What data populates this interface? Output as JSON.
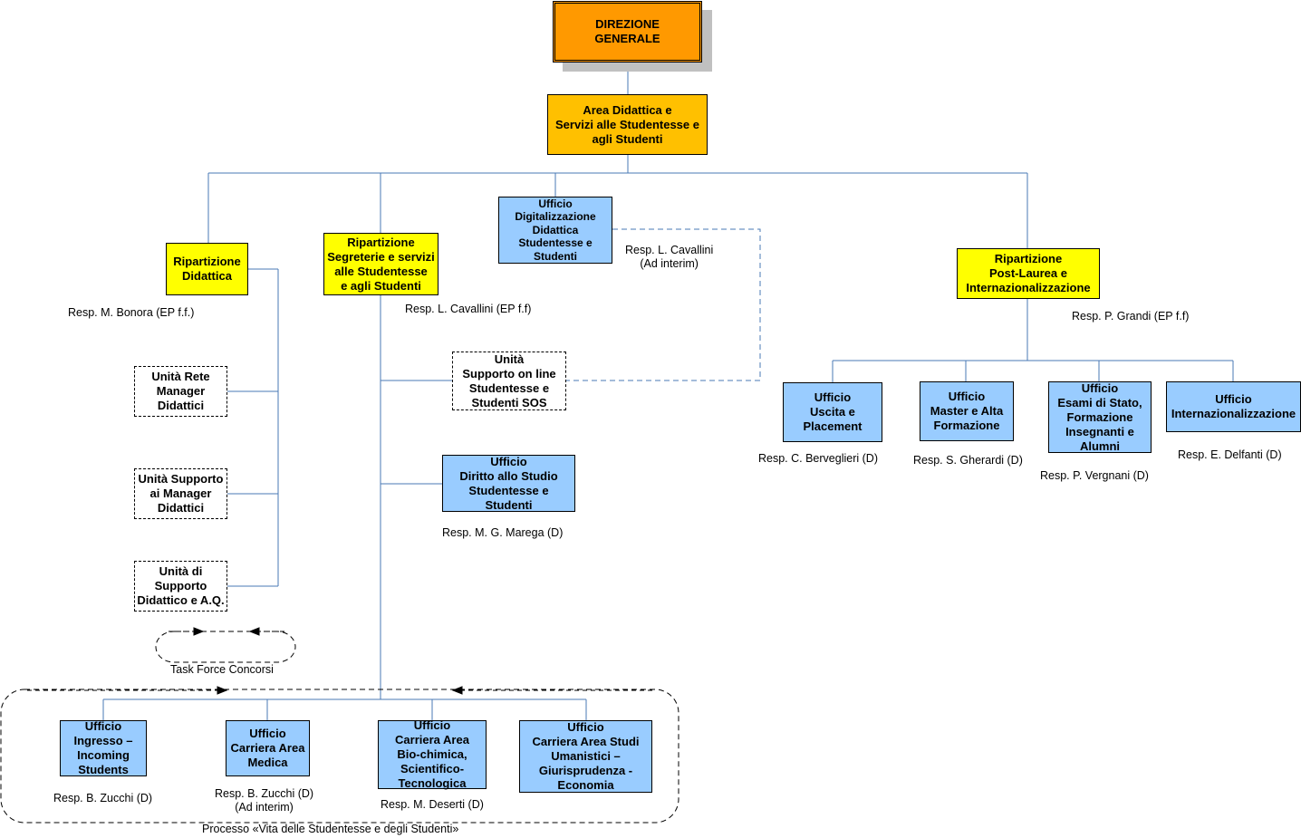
{
  "colors": {
    "top": "#ff9900",
    "area": "#ffc000",
    "ripartizione": "#ffff00",
    "ufficio": "#99ccff",
    "line": "#4a7ab5"
  },
  "dg": {
    "label": "DIREZIONE\nGENERALE"
  },
  "area": {
    "label": "Area Didattica e\nServizi alle Studentesse e\nagli Studenti"
  },
  "rip_didattica": {
    "label": "Ripartizione\nDidattica",
    "resp": "Resp. M. Bonora (EP f.f.)"
  },
  "rip_segreterie": {
    "label": "Ripartizione\nSegreterie e servizi\nalle Studentesse\ne agli Studenti",
    "resp": "Resp. L. Cavallini (EP f.f)"
  },
  "uff_digitalizzazione": {
    "label": "Ufficio\nDigitalizzazione\nDidattica\nStudentesse e\nStudenti",
    "resp": "Resp. L. Cavallini\n(Ad interim)"
  },
  "rip_postlaurea": {
    "label": "Ripartizione\nPost-Laurea e\nInternazionalizzazione",
    "resp": "Resp. P. Grandi (EP f.f)"
  },
  "unita_rete": {
    "label": "Unità Rete\nManager\nDidattici"
  },
  "unita_supporto_manager": {
    "label": "Unità Supporto\nai Manager\nDidattici"
  },
  "unita_supporto_aq": {
    "label": "Unità di\nSupporto\nDidattico e A.Q."
  },
  "task_force": {
    "label": "Task Force Concorsi"
  },
  "unita_sos": {
    "label": "Unità\nSupporto on line\nStudentesse e\nStudenti SOS"
  },
  "uff_diritto": {
    "label": "Ufficio\nDiritto allo Studio\nStudentesse e\nStudenti",
    "resp": "Resp. M. G. Marega (D)"
  },
  "uff_uscita": {
    "label": "Ufficio\nUscita e\nPlacement",
    "resp": "Resp. C. Berveglieri (D)"
  },
  "uff_master": {
    "label": "Ufficio\nMaster e Alta\nFormazione",
    "resp": "Resp. S. Gherardi (D)"
  },
  "uff_esami": {
    "label": "Ufficio\nEsami di Stato,\nFormazione\nInsegnanti e\nAlumni",
    "resp": "Resp. P. Vergnani (D)"
  },
  "uff_intern": {
    "label": "Ufficio\nInternazionalizzazione",
    "resp": "Resp. E. Delfanti (D)"
  },
  "uff_ingresso": {
    "label": "Ufficio\nIngresso –\nIncoming\nStudents",
    "resp": "Resp. B. Zucchi (D)"
  },
  "uff_medica": {
    "label": "Ufficio\nCarriera Area\nMedica",
    "resp": "Resp. B. Zucchi (D)\n(Ad interim)"
  },
  "uff_biochimica": {
    "label": "Ufficio\nCarriera Area\nBio-chimica,\nScientifico-\nTecnologica",
    "resp": "Resp. M. Deserti (D)"
  },
  "uff_umanistici": {
    "label": "Ufficio\nCarriera Area Studi\nUmanistici –\nGiurisprudenza -\nEconomia"
  },
  "processo": {
    "label": "Processo «Vita delle Studentesse e degli Studenti»"
  }
}
